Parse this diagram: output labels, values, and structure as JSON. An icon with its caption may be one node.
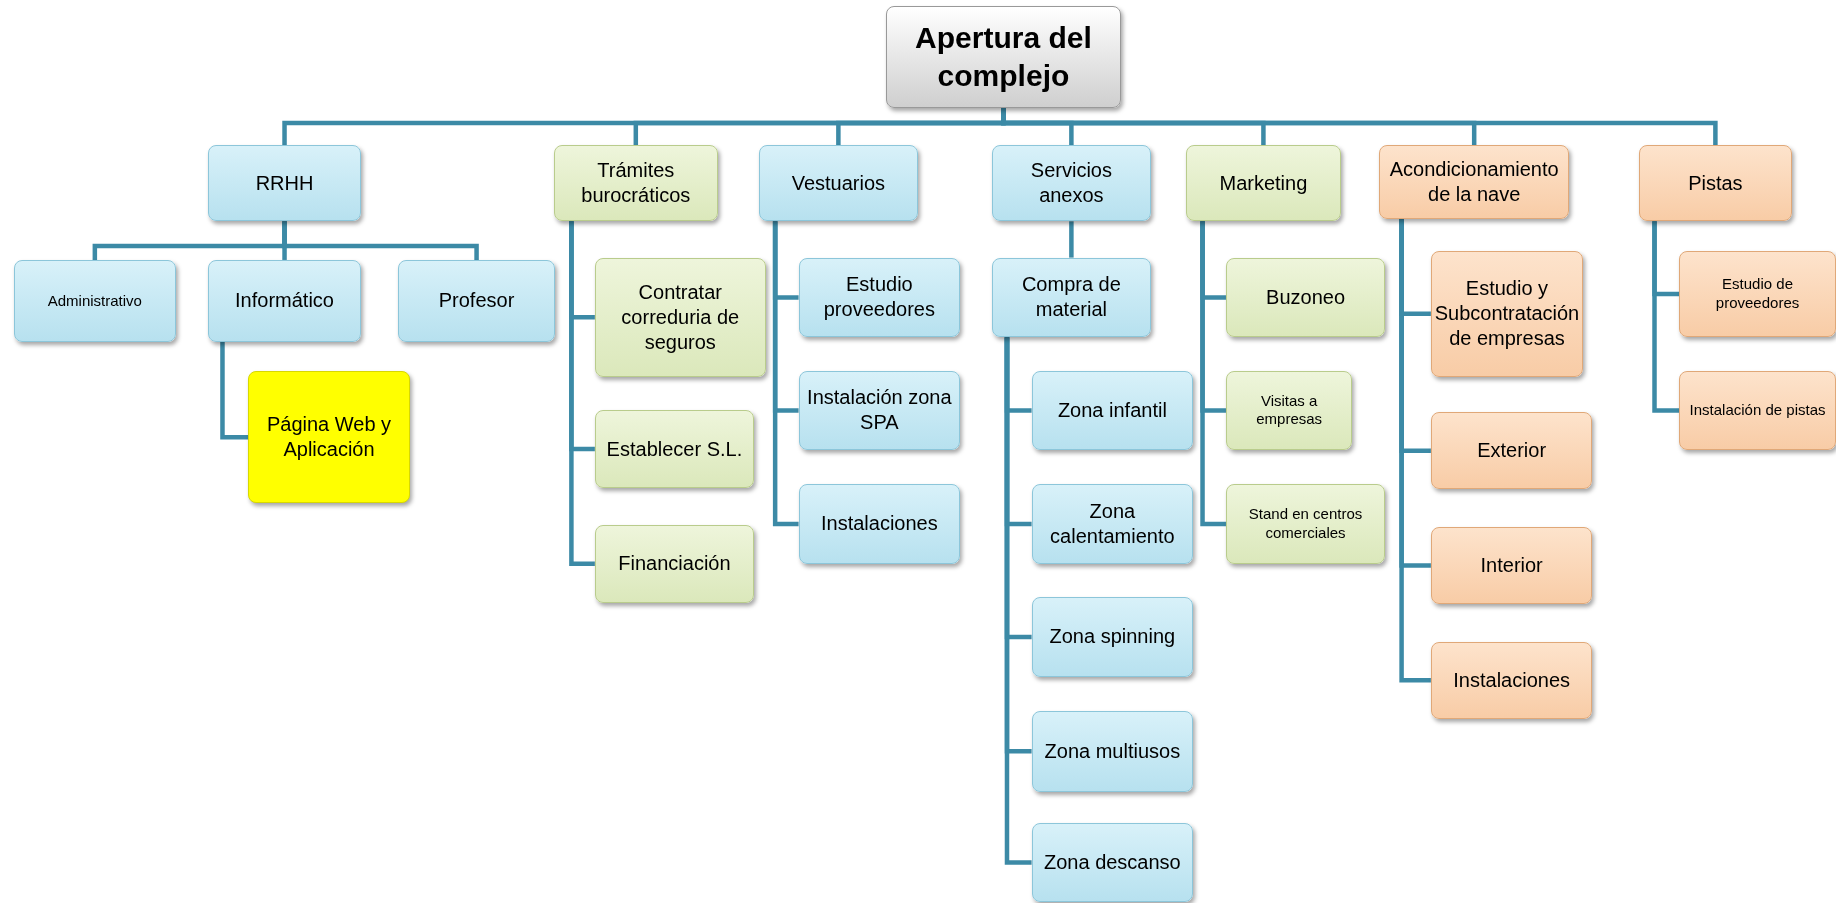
{
  "diagram": {
    "nodes": [
      {
        "text": [
          "Apertura del complejo"
        ]
      },
      {
        "text": [
          "RRHH"
        ]
      },
      {
        "text": [
          "Trámites burocráticos"
        ]
      },
      {
        "text": [
          "Vestuarios"
        ]
      },
      {
        "text": [
          "Servicios anexos"
        ]
      },
      {
        "text": [
          "Marketing"
        ]
      },
      {
        "text": [
          "Acondicionamiento de la nave"
        ]
      },
      {
        "text": [
          "Pistas"
        ]
      },
      {
        "text": [
          "Administrativo"
        ]
      },
      {
        "text": [
          "Informático"
        ]
      },
      {
        "text": [
          "Profesor"
        ]
      },
      {
        "text": [
          "Página Web y Aplicación"
        ]
      },
      {
        "text": [
          "Contratar correduria de seguros"
        ]
      },
      {
        "text": [
          "Establecer S.L."
        ]
      },
      {
        "text": [
          "Financiación"
        ]
      },
      {
        "text": [
          "Estudio proveedores"
        ]
      },
      {
        "text": [
          "Instalación zona SPA"
        ]
      },
      {
        "text": [
          "Instalaciones"
        ]
      },
      {
        "text": [
          "Compra de material"
        ]
      },
      {
        "text": [
          "Zona infantil"
        ]
      },
      {
        "text": [
          "Zona calentamiento"
        ]
      },
      {
        "text": [
          "Zona spinning"
        ]
      },
      {
        "text": [
          "Zona multiusos"
        ]
      },
      {
        "text": [
          "Zona descanso"
        ]
      },
      {
        "text": [
          "Buzoneo"
        ]
      },
      {
        "text": [
          "Visitas a empresas"
        ]
      },
      {
        "text": [
          "Stand en centros comerciales"
        ]
      },
      {
        "text": [
          "Estudio y Subcontratación de empresas"
        ]
      },
      {
        "text": [
          "Exterior"
        ]
      },
      {
        "text": [
          "Interior"
        ]
      },
      {
        "text": [
          "Instalaciones"
        ]
      },
      {
        "text": [
          "Estudio de proveedores"
        ]
      },
      {
        "text": [
          "Instalación de pistas"
        ]
      }
    ],
    "edges": [
      {
        "from": 0,
        "to": 1,
        "arrow": "none"
      },
      {
        "from": 0,
        "to": 2,
        "arrow": "none"
      },
      {
        "from": 0,
        "to": 3,
        "arrow": "none"
      },
      {
        "from": 0,
        "to": 4,
        "arrow": "none"
      },
      {
        "from": 0,
        "to": 5,
        "arrow": "none"
      },
      {
        "from": 0,
        "to": 6,
        "arrow": "none"
      },
      {
        "from": 0,
        "to": 7,
        "arrow": "none"
      },
      {
        "from": 1,
        "to": 8,
        "arrow": "none"
      },
      {
        "from": 1,
        "to": 9,
        "arrow": "none"
      },
      {
        "from": 1,
        "to": 10,
        "arrow": "none"
      },
      {
        "from": 9,
        "to": 11,
        "arrow": "none"
      },
      {
        "from": 2,
        "to": 12,
        "arrow": "none"
      },
      {
        "from": 2,
        "to": 13,
        "arrow": "none"
      },
      {
        "from": 2,
        "to": 14,
        "arrow": "none"
      },
      {
        "from": 3,
        "to": 15,
        "arrow": "none"
      },
      {
        "from": 3,
        "to": 16,
        "arrow": "none"
      },
      {
        "from": 3,
        "to": 17,
        "arrow": "none"
      },
      {
        "from": 4,
        "to": 18,
        "arrow": "none"
      },
      {
        "from": 18,
        "to": 19,
        "arrow": "none"
      },
      {
        "from": 18,
        "to": 20,
        "arrow": "none"
      },
      {
        "from": 18,
        "to": 21,
        "arrow": "none"
      },
      {
        "from": 18,
        "to": 22,
        "arrow": "none"
      },
      {
        "from": 18,
        "to": 23,
        "arrow": "none"
      },
      {
        "from": 5,
        "to": 24,
        "arrow": "none"
      },
      {
        "from": 5,
        "to": 25,
        "arrow": "none"
      },
      {
        "from": 5,
        "to": 26,
        "arrow": "none"
      },
      {
        "from": 6,
        "to": 27,
        "arrow": "none"
      },
      {
        "from": 6,
        "to": 28,
        "arrow": "none"
      },
      {
        "from": 6,
        "to": 29,
        "arrow": "none"
      },
      {
        "from": 6,
        "to": 30,
        "arrow": "none"
      },
      {
        "from": 7,
        "to": 31,
        "arrow": "none"
      },
      {
        "from": 7,
        "to": 32,
        "arrow": "none"
      }
    ]
  }
}
